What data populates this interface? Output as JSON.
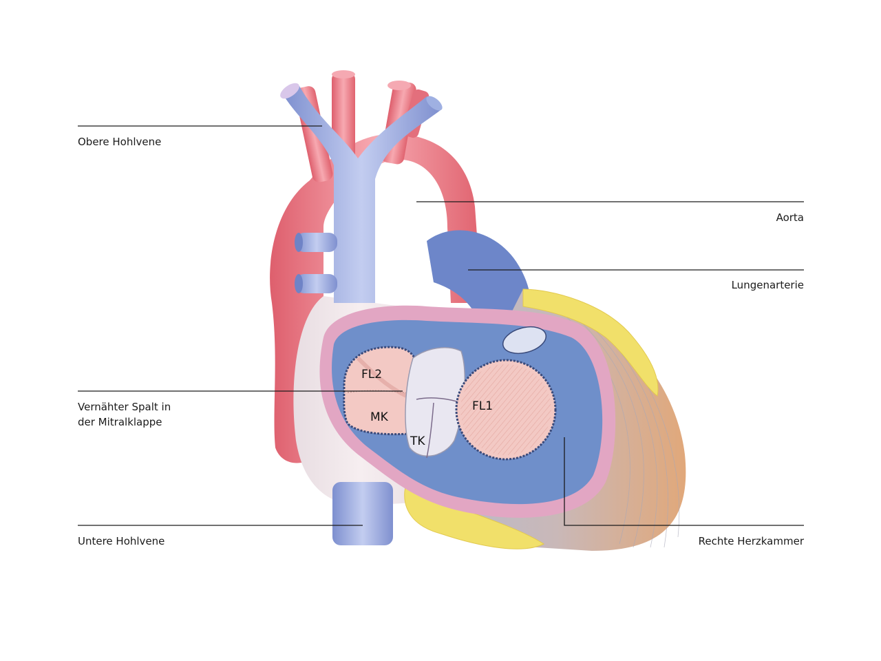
{
  "labels": {
    "obere_hohlvene": "Obere Hohlvene",
    "aorta": "Aorta",
    "lungenarterie": "Lungenarterie",
    "spalt_line1": "Vernähter Spalt in",
    "spalt_line2": "der Mitralklappe",
    "untere_hohlvene": "Untere Hohlvene",
    "rechte_herzkammer": "Rechte Herzkammer"
  },
  "inner_labels": {
    "fl2": "FL2",
    "fl1": "FL1",
    "mk": "MK",
    "tk": "TK"
  },
  "colors": {
    "vein_blue": "#8f9fd6",
    "artery_red": "#e9727f",
    "ventricle_blue": "#6f8fca",
    "fat_yellow": "#f2e36a",
    "valve_pink": "#f3c9c4",
    "muscle_tan": "#d9b08f",
    "pericardium_pink": "#e4a9c6",
    "leader_line": "#1a1a1a"
  }
}
